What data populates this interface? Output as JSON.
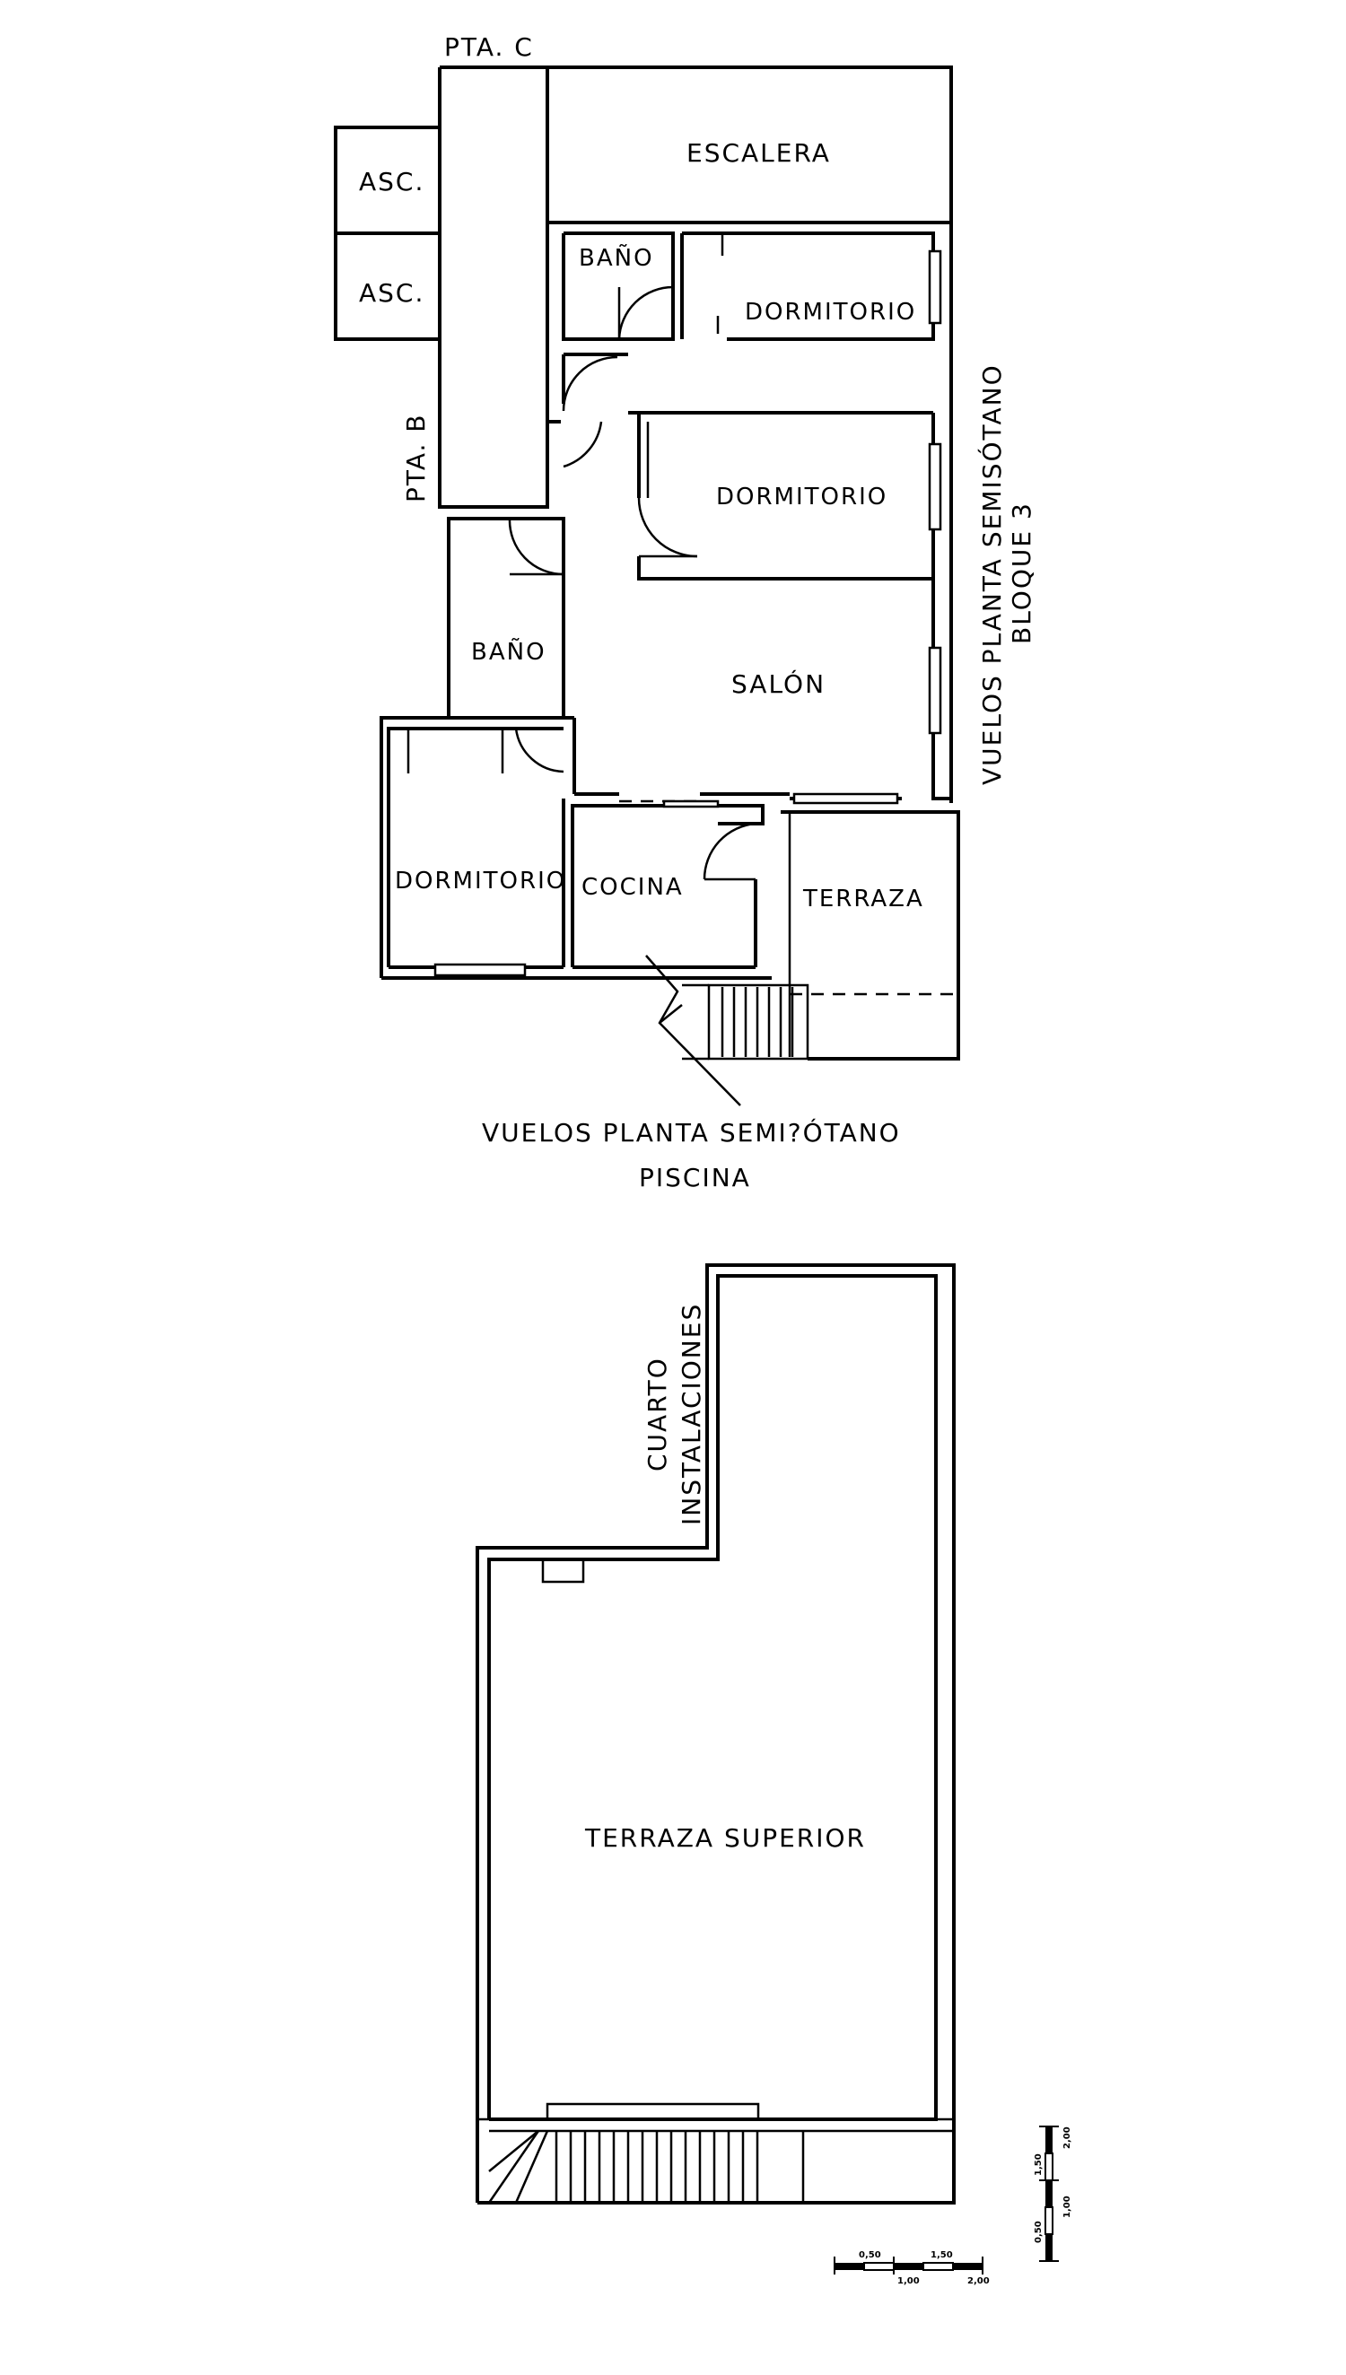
{
  "labels": {
    "pta_c": "PTA. C",
    "escalera": "ESCALERA",
    "asc_1": "ASC.",
    "asc_2": "ASC.",
    "pta_b": "PTA. B",
    "bano_top": "BAÑO",
    "dormitorio_top": "DORMITORIO",
    "dormitorio_mid": "DORMITORIO",
    "bano_left": "BAÑO",
    "salon": "SALÓN",
    "dormitorio_low": "DORMITORIO",
    "cocina": "COCINA",
    "terraza": "TERRAZA",
    "vuelos_right_1": "VUELOS PLANTA SEMISÓTANO",
    "vuelos_right_2": "BLOQUE 3",
    "vuelos_bottom": "VUELOS PLANTA SEMI?ÓTANO",
    "piscina": "PISCINA",
    "cuarto_1": "CUARTO",
    "cuarto_2": "INSTALACIONES",
    "terraza_superior": "TERRAZA SUPERIOR"
  },
  "scale_bars": {
    "horizontal": [
      "0,50",
      "1,50",
      "1,00",
      "2,00"
    ],
    "vertical": [
      "2,00",
      "1,50",
      "1,00",
      "0,50"
    ]
  }
}
